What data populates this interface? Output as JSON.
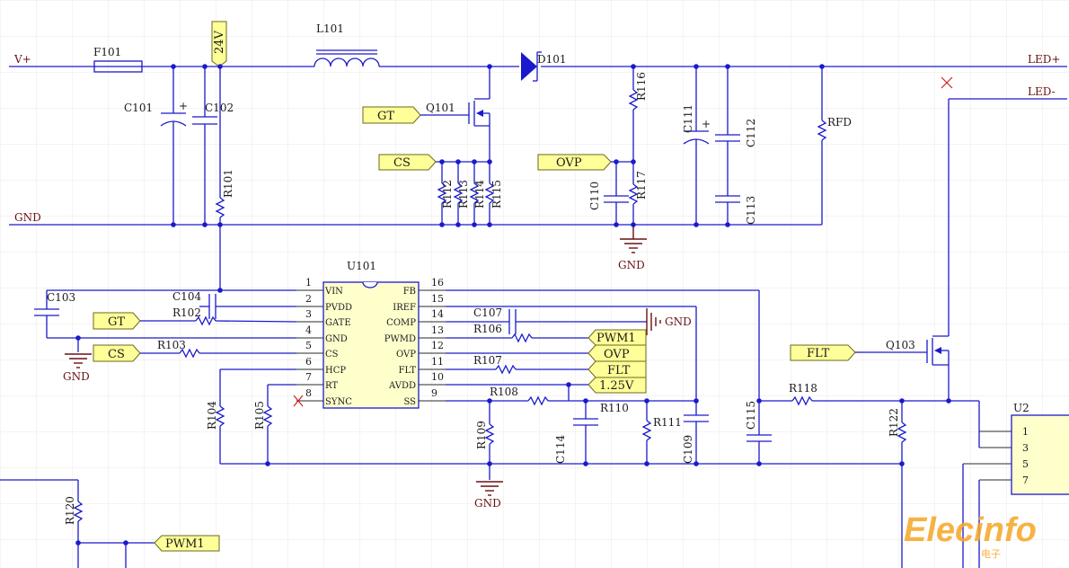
{
  "nets": {
    "vplus": "V+",
    "gnd": "GND",
    "led_plus": "LED+",
    "led_minus": "LED-"
  },
  "ports": {
    "v24": "24V",
    "gt": "GT",
    "cs": "CS",
    "ovp": "OVP",
    "flt": "FLT",
    "pwm1": "PWM1",
    "ref": "1.25V"
  },
  "components": {
    "f101": "F101",
    "l101": "L101",
    "d101": "D101",
    "q101": "Q101",
    "q103": "Q103",
    "c101": "C101",
    "c102": "C102",
    "c103": "C103",
    "c104": "C104",
    "c107": "C107",
    "c109": "C109",
    "c110": "C110",
    "c111": "C111",
    "c112": "C112",
    "c113": "C113",
    "c114": "C114",
    "c115": "C115",
    "r101": "R101",
    "r102": "R102",
    "r103": "R103",
    "r104": "R104",
    "r105": "R105",
    "r106": "R106",
    "r107": "R107",
    "r108": "R108",
    "r109": "R109",
    "r110": "R110",
    "r111": "R111",
    "r112": "R112",
    "r113": "R113",
    "r114": "R114",
    "r115": "R115",
    "r116": "R116",
    "r117": "R117",
    "r118": "R118",
    "r120": "R120",
    "r122": "R122",
    "rfd": "RFD",
    "u101": "U101",
    "u2": "U2"
  },
  "u101_pins_left": [
    {
      "num": "1",
      "name": "VIN"
    },
    {
      "num": "2",
      "name": "PVDD"
    },
    {
      "num": "3",
      "name": "GATE"
    },
    {
      "num": "4",
      "name": "GND"
    },
    {
      "num": "5",
      "name": "CS"
    },
    {
      "num": "6",
      "name": "HCP"
    },
    {
      "num": "7",
      "name": "RT"
    },
    {
      "num": "8",
      "name": "SYNC"
    }
  ],
  "u101_pins_right": [
    {
      "num": "16",
      "name": "FB"
    },
    {
      "num": "15",
      "name": "IREF"
    },
    {
      "num": "14",
      "name": "COMP"
    },
    {
      "num": "13",
      "name": "PWMD"
    },
    {
      "num": "12",
      "name": "OVP"
    },
    {
      "num": "11",
      "name": "FLT"
    },
    {
      "num": "10",
      "name": "AVDD"
    },
    {
      "num": "9",
      "name": "SS"
    }
  ],
  "u2_pins": [
    "1",
    "3",
    "5",
    "7"
  ],
  "watermark": {
    "brand": "Elecinfo",
    "sub": "电子"
  }
}
